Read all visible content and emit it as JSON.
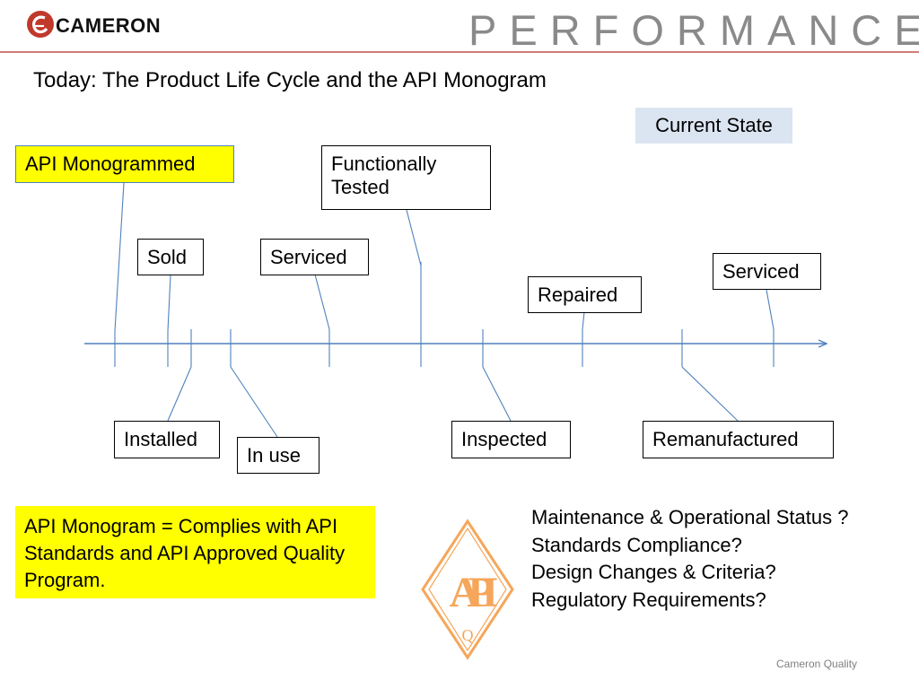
{
  "header": {
    "company": "CAMERON",
    "tagline": "PERFORMANCE",
    "accent_color": "#c0504d"
  },
  "title": "Today: The Product Life Cycle and the API Monogram",
  "current_state": "Current State",
  "lifecycle_above": [
    {
      "key": "api_monogrammed",
      "label": "API Monogrammed"
    },
    {
      "key": "functionally_tested",
      "label": [
        "Functionally",
        "Tested"
      ]
    },
    {
      "key": "sold",
      "label": "Sold"
    },
    {
      "key": "serviced_1",
      "label": "Serviced"
    },
    {
      "key": "repaired",
      "label": "Repaired"
    },
    {
      "key": "serviced_2",
      "label": "Serviced"
    }
  ],
  "lifecycle_below": [
    {
      "key": "installed",
      "label": "Installed"
    },
    {
      "key": "in_use",
      "label": "In use"
    },
    {
      "key": "inspected",
      "label": "Inspected"
    },
    {
      "key": "remanufactured",
      "label": "Remanufactured"
    }
  ],
  "note": "API Monogram = Complies with API Standards and API Approved Quality Program.",
  "questions": [
    "Maintenance & Operational Status ?",
    "Standards Compliance?",
    "Design Changes & Criteria?",
    "Regulatory Requirements?"
  ],
  "api_logo": {
    "letters": "API",
    "q_letter": "Q",
    "color": "#f5a65b"
  },
  "footer": "Cameron Quality"
}
